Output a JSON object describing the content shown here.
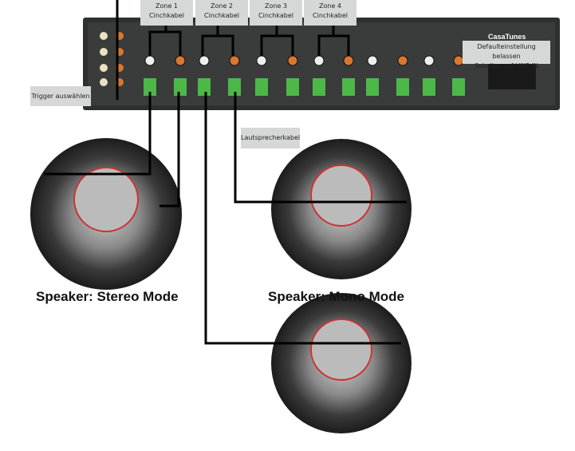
{
  "zones": [
    {
      "zone": "Zone 1",
      "cable": "Cinchkabel"
    },
    {
      "zone": "Zone 2",
      "cable": "Cinchkabel"
    },
    {
      "zone": "Zone 3",
      "cable": "Cinchkabel"
    },
    {
      "zone": "Zone 4",
      "cable": "Cinchkabel"
    }
  ],
  "brand": "CasaTunes",
  "default_note": {
    "line1": "Defaulteinstellung belassen",
    "line2": "Schalter auf LINE IN"
  },
  "trigger_label": "Trigger auswählen",
  "speaker_cable_label": "Lautsprecherkabel",
  "captions": {
    "stereo": "Speaker: Stereo Mode",
    "mono": "Speaker: Mono Mode"
  },
  "colors": {
    "amp": "#2e2f2f",
    "terminal": "#4cb848",
    "label_bg": "#d6d8d8",
    "wire": "#000000"
  }
}
